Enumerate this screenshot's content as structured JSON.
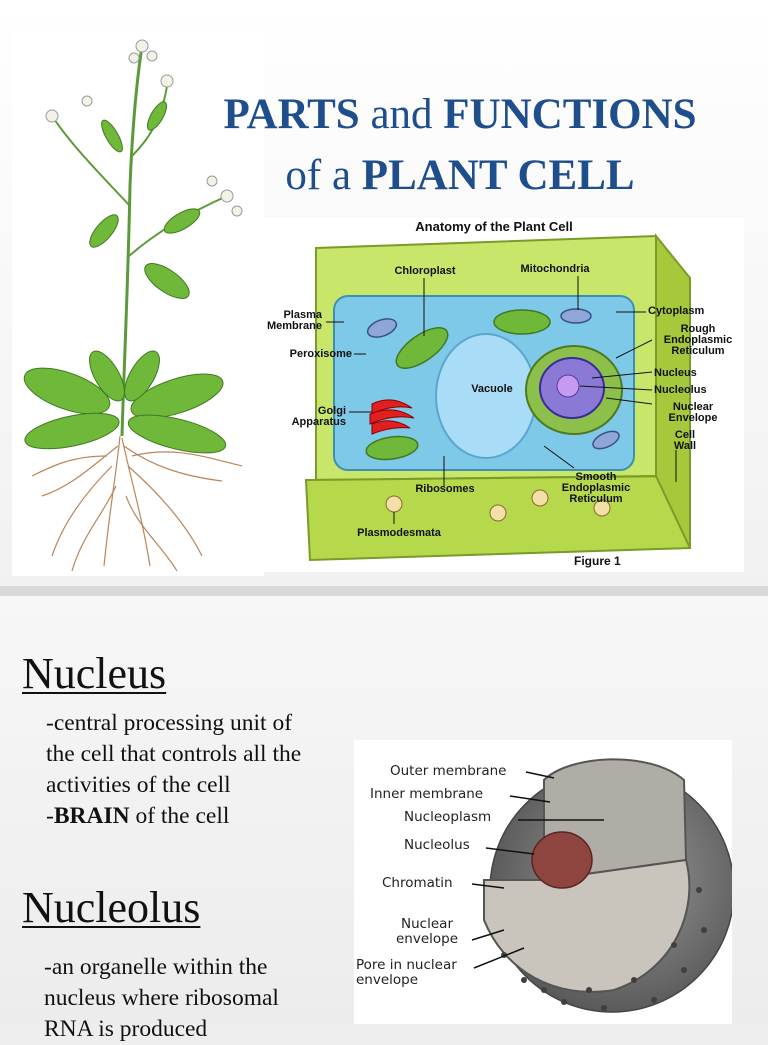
{
  "slide1": {
    "title": {
      "line1_bold1": "PARTS",
      "line1_mid": " and ",
      "line1_bold2": "FUNCTIONS",
      "line2_pre": "of a ",
      "line2_bold": "PLANT CELL"
    },
    "diagram": {
      "title": "Anatomy of the Plant Cell",
      "figure": "Figure 1",
      "labels": {
        "chloroplast": "Chloroplast",
        "mitochondria": "Mitochondria",
        "plasma_membrane": "Plasma\nMembrane",
        "peroxisome": "Peroxisome",
        "golgi": "Golgi\nApparatus",
        "vacuole": "Vacuole",
        "ribosomes": "Ribosomes",
        "plasmodesmata": "Plasmodesmata",
        "cytoplasm": "Cytoplasm",
        "rough_er": "Rough\nEndoplasmic\nReticulum",
        "nucleus": "Nucleus",
        "nucleolus": "Nucleolus",
        "nuclear_envelope": "Nuclear\nEnvelope",
        "cell_wall": "Cell\nWall",
        "smooth_er": "Smooth\nEndoplasmic\nReticulum"
      }
    },
    "colors": {
      "title": "#1f4e8c",
      "cell_wall": "#b5d94a",
      "cytoplasm": "#7ec8e8",
      "vacuole": "#9fd8f5"
    }
  },
  "slide2": {
    "nucleus": {
      "heading": "Nucleus",
      "line1": "-central processing unit of",
      "line2": "the cell that controls all the",
      "line3": "activities of the cell",
      "line4_dash": "-",
      "line4_bold": "BRAIN",
      "line4_rest": " of the cell"
    },
    "nucleolus": {
      "heading": "Nucleolus",
      "line1": "-an organelle within the",
      "line2": "nucleus where ribosomal",
      "line3": "RNA is produced"
    },
    "nucleus_diagram": {
      "outer_membrane": "Outer membrane",
      "inner_membrane": "Inner membrane",
      "nucleoplasm": "Nucleoplasm",
      "nucleolus": "Nucleolus",
      "chromatin": "Chromatin",
      "nuclear_envelope": "Nuclear\nenvelope",
      "pore": "Pore in nuclear\nenvelope"
    }
  }
}
